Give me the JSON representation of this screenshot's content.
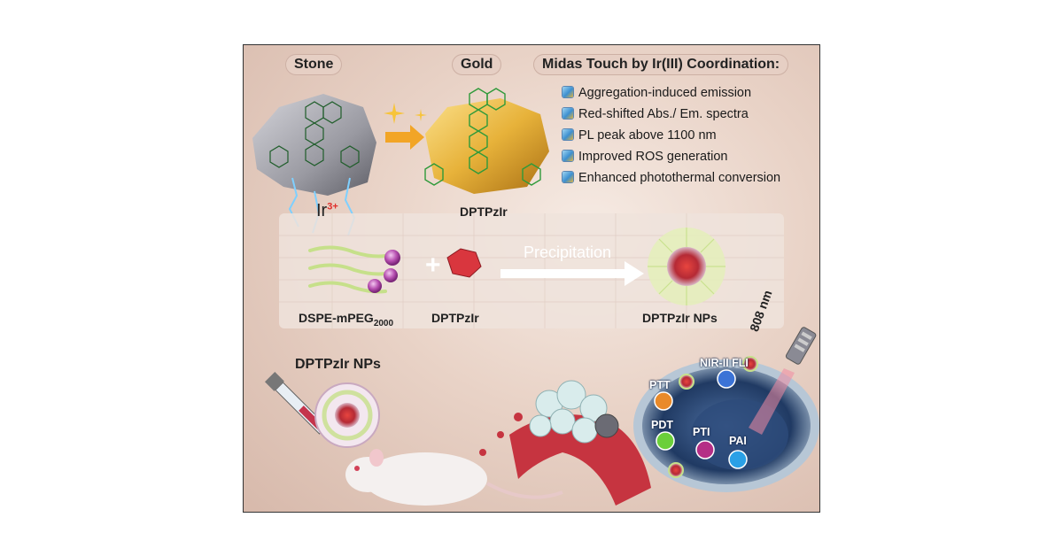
{
  "header": {
    "stone": "Stone",
    "gold": "Gold",
    "midas": "Midas Touch by Ir(III) Coordination:"
  },
  "features": [
    "Aggregation-induced emission",
    "Red-shifted Abs./ Em. spectra",
    "PL peak above 1100 nm",
    "Improved ROS generation",
    "Enhanced photothermal conversion"
  ],
  "labels": {
    "ir_base": "Ir",
    "ir_sup": "3+",
    "dptpzir_top": "DPTPzIr",
    "precipitation": "Precipitation",
    "plus": "+",
    "dspe": "DSPE-mPEG",
    "dspe_sub": "2000",
    "dptpzir_mid": "DPTPzIr",
    "nps_mid": "DPTPzIr NPs",
    "nps_bottom": "DPTPzIr NPs",
    "laser": "808 nm"
  },
  "modalities": {
    "nir": "NIR-II FLI",
    "ptt": "PTT",
    "pdt": "PDT",
    "pti": "PTI",
    "pai": "PAI"
  },
  "colors": {
    "gold": "#e7b23a",
    "stone": "#9a9aa2",
    "molecule": "#2f9a3a",
    "np_core": "#d9363e",
    "precip_arrow": "#ffffff",
    "tissue": "#b7c7d6"
  }
}
